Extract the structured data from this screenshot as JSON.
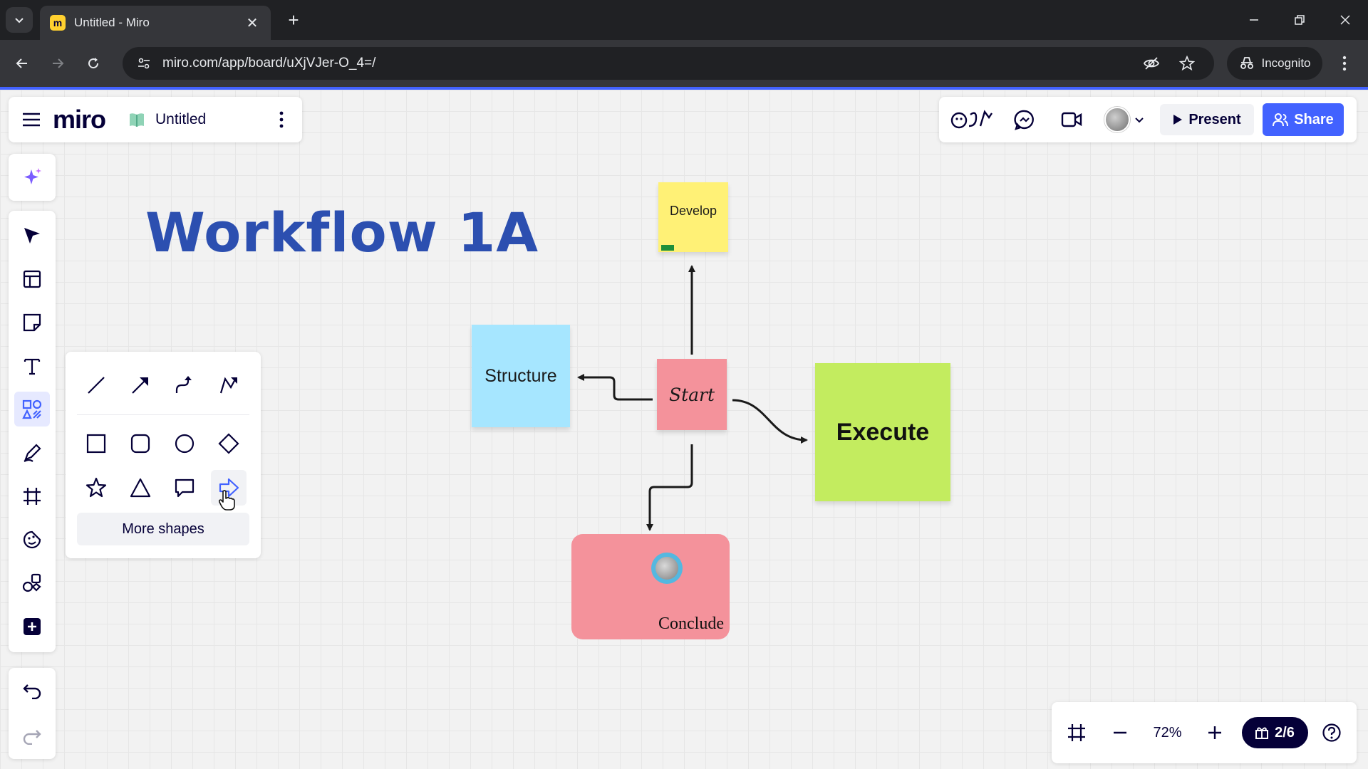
{
  "browser": {
    "tab_title": "Untitled - Miro",
    "tab_favicon_letter": "m",
    "new_tab_glyph": "+",
    "close_glyph": "✕",
    "url": "miro.com/app/board/uXjVJer-O_4=/",
    "incognito_label": "Incognito"
  },
  "app": {
    "logo": "miro",
    "board_name": "Untitled",
    "accent_color": "#4262ff"
  },
  "top_right": {
    "present_label": "Present",
    "share_label": "Share"
  },
  "left_toolbar": {
    "tools": [
      {
        "icon": "select-arrow-icon",
        "active": false
      },
      {
        "icon": "templates-icon",
        "active": false
      },
      {
        "icon": "sticky-note-icon",
        "active": false
      },
      {
        "icon": "text-icon",
        "active": false
      },
      {
        "icon": "shapes-icon",
        "active": true
      },
      {
        "icon": "pen-icon",
        "active": false
      },
      {
        "icon": "frame-icon",
        "active": false
      },
      {
        "icon": "stickers-icon",
        "active": false
      },
      {
        "icon": "apps-icon",
        "active": false
      },
      {
        "icon": "add-more-icon",
        "active": false
      }
    ]
  },
  "shapes_panel": {
    "more_shapes_label": "More shapes",
    "lines": [
      "straight-line-icon",
      "arrow-line-icon",
      "elbow-line-icon",
      "curved-arrow-icon"
    ],
    "shapes": [
      "rectangle-icon",
      "rounded-rectangle-icon",
      "circle-icon",
      "diamond-icon",
      "star-icon",
      "triangle-icon",
      "speech-bubble-icon",
      "block-arrow-icon"
    ],
    "hovered": "block-arrow-icon"
  },
  "bottom_bar": {
    "zoom": "72%",
    "pages": "2/6"
  },
  "board": {
    "title": "Workflow 1A",
    "title_color": "#2c4fb0",
    "notes": {
      "develop": {
        "text": "Develop",
        "color": "#fff176"
      },
      "structure": {
        "text": "Structure",
        "color": "#a6e6ff"
      },
      "start": {
        "text": "Start",
        "color": "#f4929b"
      },
      "execute": {
        "text": "Execute",
        "color": "#c3ec5f"
      },
      "conclude": {
        "text": "Conclude",
        "color": "#f4929b"
      }
    }
  }
}
